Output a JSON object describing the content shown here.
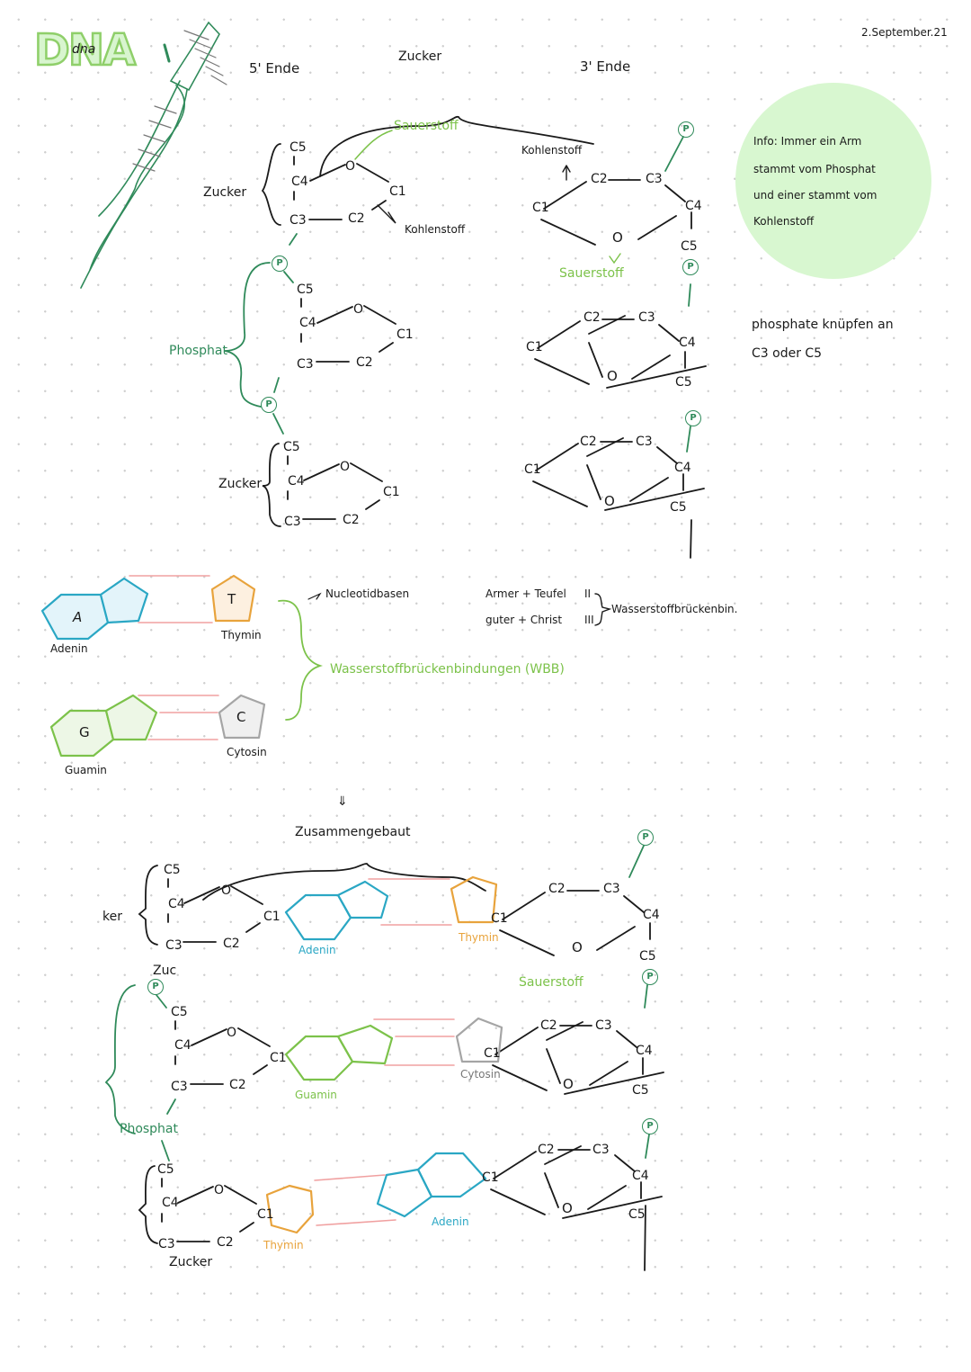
{
  "header": {
    "title": "DNA",
    "title_overwrite": "dna",
    "date": "2.September.21"
  },
  "info_box": {
    "lines": [
      "Info: Immer ein Arm",
      "stammt vom Phosphat",
      "und einer stammt vom",
      "Kohlenstoff"
    ],
    "color": "#d8f7d0"
  },
  "note_phosphate": {
    "lines": [
      "phosphate knüpfen an",
      "C3 oder C5"
    ]
  },
  "strand_labels": {
    "five_prime": "5' Ende",
    "three_prime": "3' Ende",
    "sugar_top": "Zucker"
  },
  "sugar": {
    "atoms": [
      "C5",
      "C4",
      "C3",
      "C2",
      "C1",
      "O"
    ],
    "label": "Zucker",
    "oxygen_label": "Sauerstoff",
    "carbon_label": "Kohlenstoff",
    "phosphate_label": "Phosphat",
    "phosphate_symbol": "P"
  },
  "bases": [
    {
      "letter": "A",
      "name": "Adenin",
      "color": "#2aa7c4",
      "fill": "#e3f4fa"
    },
    {
      "letter": "T",
      "name": "Thymin",
      "color": "#e8a33c",
      "fill": "#fdf0e0"
    },
    {
      "letter": "G",
      "name": "Guamin",
      "color": "#7cc24a",
      "fill": "#edf7e6"
    },
    {
      "letter": "C",
      "name": "Cytosin",
      "color": "#a5a5a5",
      "fill": "#f0f0f0"
    }
  ],
  "pairing_notes": {
    "nucleotide_bases": "Nucleotidbasen",
    "mnemonic_1": "Armer + Teufel",
    "mnemonic_1_bonds": "II",
    "mnemonic_2": "guter + Christ",
    "mnemonic_2_bonds": "III",
    "mnemonic_bracket": "Wasserstoffbrückenbin.",
    "hydrogen_bonds": "Wasserstoffbrückenbindungen (WBB)",
    "hbond_color": "#f0a0a0"
  },
  "assembled": {
    "arrow": "⇓",
    "heading": "Zusammengebaut",
    "labels": {
      "zucker_partial": "Zuc",
      "ker_partial": "ker",
      "phosphat": "Phosphat",
      "zucker": "Zucker",
      "sauerstoff": "Sauerstoff"
    },
    "pairs": [
      {
        "left": "Adenin",
        "right": "Thymin"
      },
      {
        "left": "Guamin",
        "right": "Cytosin"
      },
      {
        "left": "Thymin",
        "right": "Adenin"
      }
    ]
  }
}
